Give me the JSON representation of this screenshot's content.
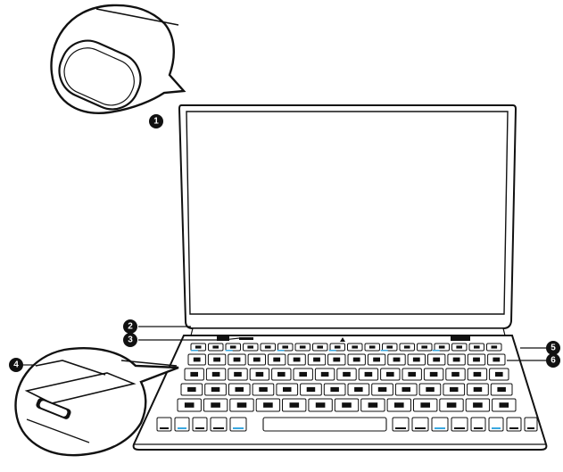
{
  "callouts": [
    {
      "id": "1",
      "label": "1"
    },
    {
      "id": "2",
      "label": "2"
    },
    {
      "id": "3",
      "label": "3"
    },
    {
      "id": "4",
      "label": "4"
    },
    {
      "id": "5",
      "label": "5"
    },
    {
      "id": "6",
      "label": "6"
    }
  ],
  "colors": {
    "line": "#111111",
    "callout_fill": "#111111",
    "accent": "#3aa8e0",
    "background": "#ffffff"
  },
  "parts": {
    "lens_icon": "webcam-lens-icon",
    "port_icon": "port-icon",
    "keyboard": "keyboard"
  }
}
